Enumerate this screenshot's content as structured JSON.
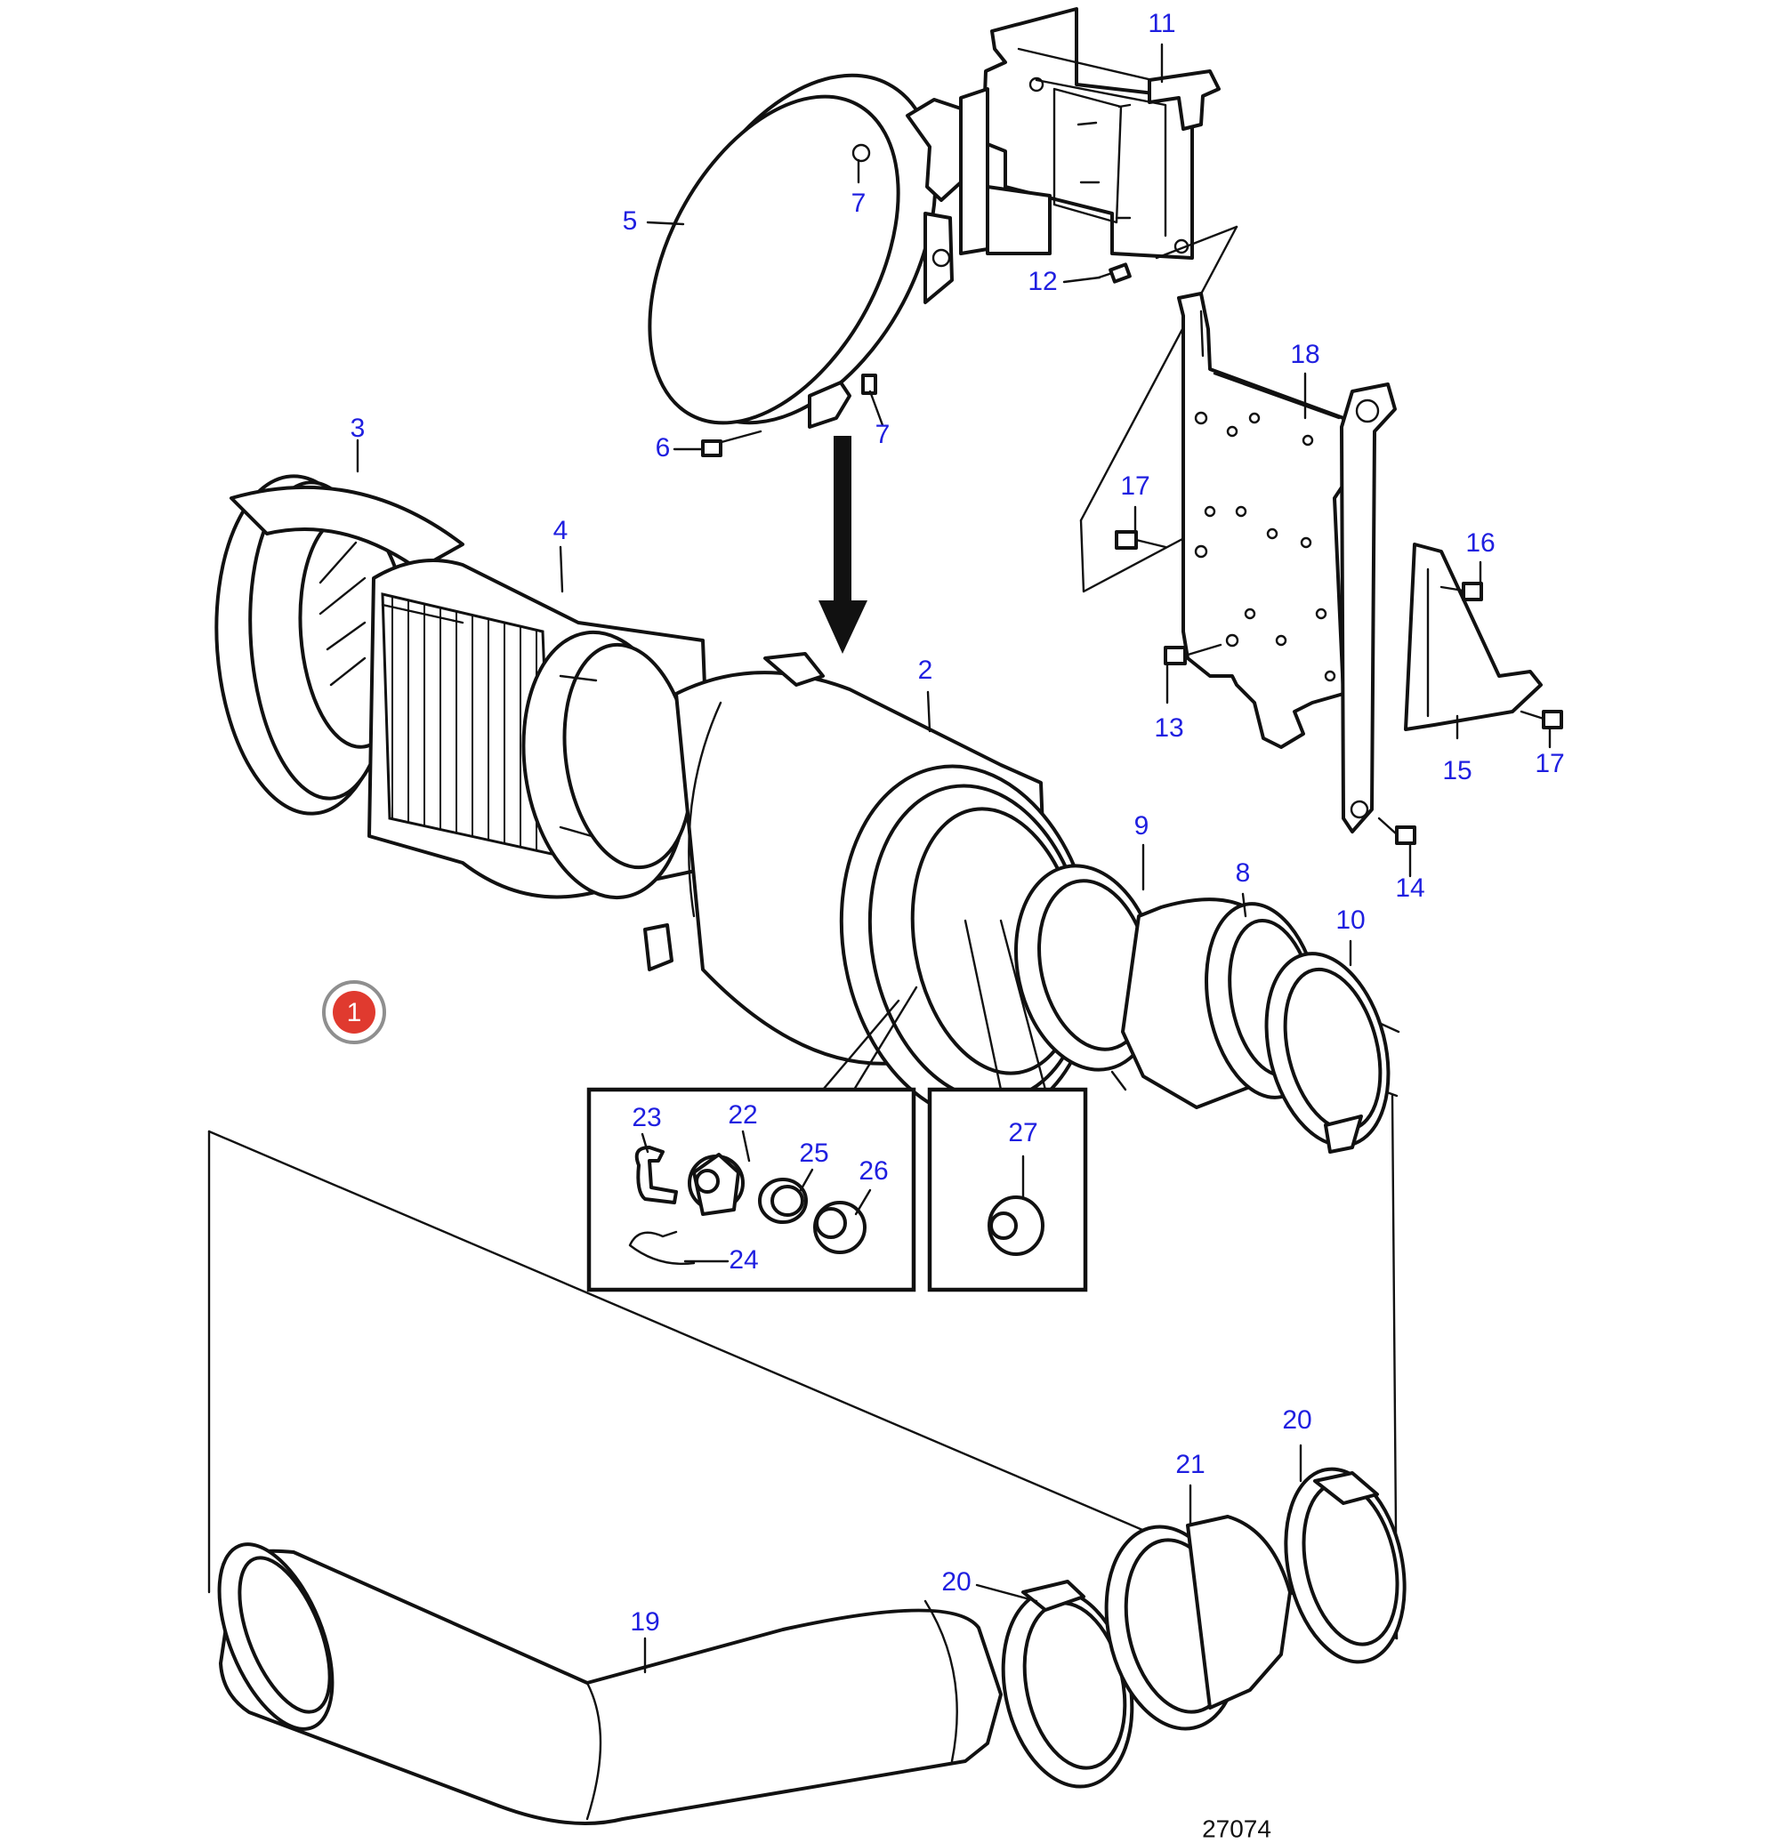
{
  "colors": {
    "label": "#1f1fe0",
    "line": "#111111",
    "badge": "#e03a2f"
  },
  "labels": {
    "l1": "1",
    "l2": "2",
    "l3": "3",
    "l4": "4",
    "l5": "5",
    "l6": "6",
    "l7": "7",
    "l8": "8",
    "l9": "9",
    "l10": "10",
    "l11": "11",
    "l12": "12",
    "l13": "13",
    "l14": "14",
    "l15": "15",
    "l16": "16",
    "l17": "17",
    "l18": "18",
    "l19": "19",
    "l20": "20",
    "l21": "21",
    "l22": "22",
    "l23": "23",
    "l24": "24",
    "l25": "25",
    "l26": "26",
    "l27": "27"
  },
  "drawing_number": "27074"
}
